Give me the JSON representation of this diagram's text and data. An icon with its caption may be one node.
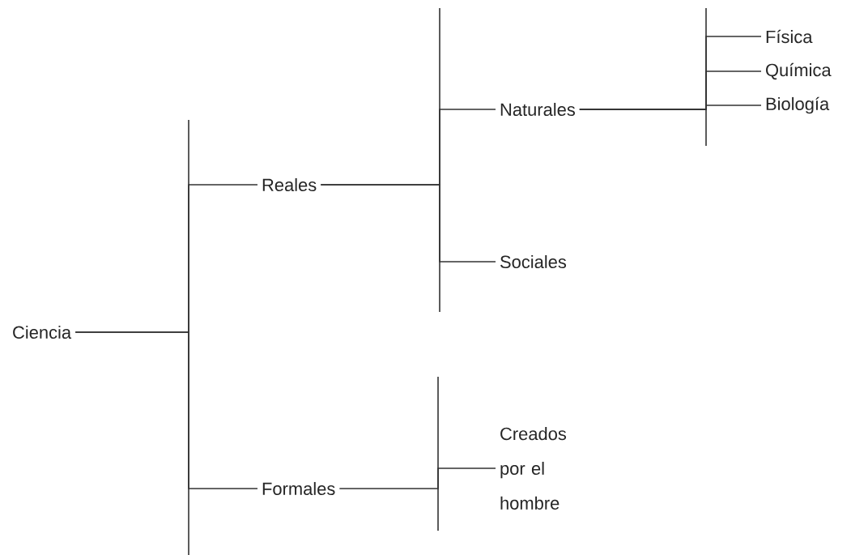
{
  "diagram": {
    "nodes": [
      {
        "text": [
          "Ciencia"
        ]
      },
      {
        "text": [
          "Reales"
        ]
      },
      {
        "text": [
          "Naturales"
        ]
      },
      {
        "text": [
          "Física"
        ]
      },
      {
        "text": [
          "Química"
        ]
      },
      {
        "text": [
          "Biología"
        ]
      },
      {
        "text": [
          "Sociales"
        ]
      },
      {
        "text": [
          "Formales"
        ]
      },
      {
        "text": [
          "Creados por el hombre"
        ]
      }
    ],
    "edges": [
      {
        "from": 0,
        "to": 1,
        "arrow": "none"
      },
      {
        "from": 0,
        "to": 7,
        "arrow": "none"
      },
      {
        "from": 1,
        "to": 2,
        "arrow": "none"
      },
      {
        "from": 1,
        "to": 6,
        "arrow": "none"
      },
      {
        "from": 2,
        "to": 3,
        "arrow": "none"
      },
      {
        "from": 2,
        "to": 4,
        "arrow": "none"
      },
      {
        "from": 2,
        "to": 5,
        "arrow": "none"
      },
      {
        "from": 7,
        "to": 8,
        "arrow": "none"
      }
    ]
  }
}
